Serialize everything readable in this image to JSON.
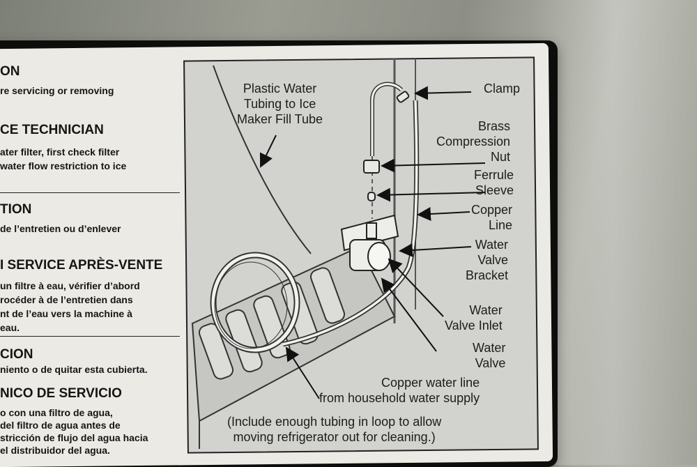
{
  "warning_panel": {
    "lines": [
      {
        "kind": "heading",
        "text": "ON"
      },
      {
        "kind": "body",
        "text": "re servicing or removing"
      },
      {
        "kind": "heading",
        "text": "CE TECHNICIAN"
      },
      {
        "kind": "body",
        "text": "ater filter, first check filter"
      },
      {
        "kind": "body",
        "text": "water flow restriction to ice"
      },
      {
        "kind": "heading",
        "text": "TION"
      },
      {
        "kind": "body",
        "text": "de l’entretien ou d’enlever"
      },
      {
        "kind": "heading",
        "text": "I SERVICE APRÈS-VENTE"
      },
      {
        "kind": "body",
        "text": "un filtre à eau, vérifier d’abord"
      },
      {
        "kind": "body",
        "text": "rocéder à de l’entretien dans"
      },
      {
        "kind": "body",
        "text": "nt de l’eau vers la machine à"
      },
      {
        "kind": "body",
        "text": "eau."
      },
      {
        "kind": "heading",
        "text": "CION"
      },
      {
        "kind": "body",
        "text": "niento o de quitar esta cubierta."
      },
      {
        "kind": "heading",
        "text": "NICO DE SERVICIO"
      },
      {
        "kind": "body",
        "text": "o con una filtro de agua,"
      },
      {
        "kind": "body",
        "text": "del filtro de agua antes de"
      },
      {
        "kind": "body",
        "text": "stricción de flujo del agua hacia"
      },
      {
        "kind": "body",
        "text": "el distribuidor del agua."
      }
    ]
  },
  "diagram": {
    "labels": {
      "plastic_tubing": "Plastic Water\nTubing to Ice\nMaker Fill Tube",
      "clamp": "Clamp",
      "brass_nut": "Brass\nCompression\nNut",
      "ferrule": "Ferrule\nSleeve",
      "copper_line": "Copper\nLine",
      "valve_bracket": "Water\nValve\nBracket",
      "valve_inlet": "Water\nValve Inlet",
      "water_valve": "Water\nValve",
      "household_line": "Copper water line\nfrom household water supply",
      "note": "(Include enough tubing in loop to allow\nmoving refrigerator out for cleaning.)"
    }
  }
}
